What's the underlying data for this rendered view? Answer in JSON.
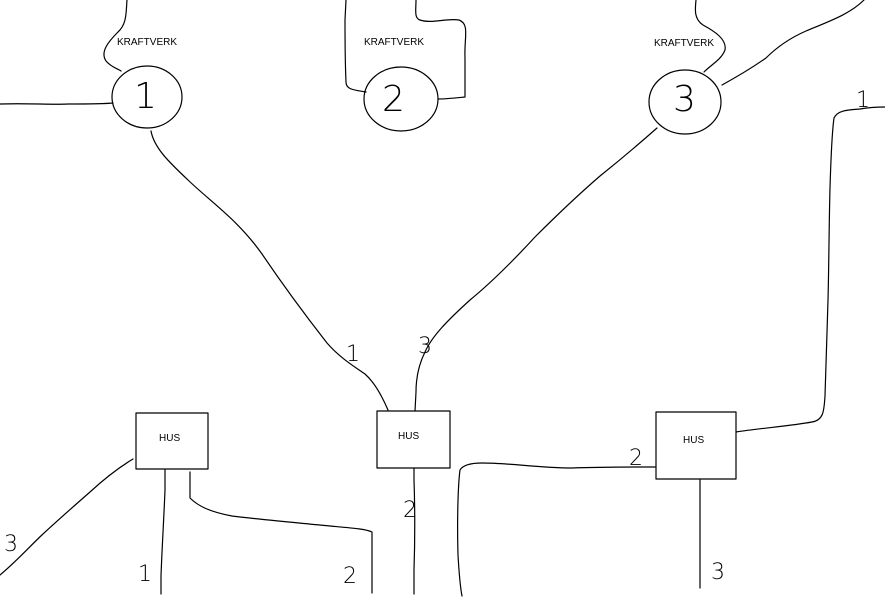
{
  "plants": [
    {
      "label": "KRAFTVERK",
      "number": "1"
    },
    {
      "label": "KRAFTVERK",
      "number": "2"
    },
    {
      "label": "KRAFTVERK",
      "number": "3"
    }
  ],
  "houses": [
    {
      "label": "HUS"
    },
    {
      "label": "HUS"
    },
    {
      "label": "HUS"
    }
  ],
  "line_labels": {
    "top_right": "1",
    "house2_from_plant1": "1",
    "house2_from_plant3": "3",
    "house2_bottom": "2",
    "house3_left": "2",
    "house3_bottom": "3",
    "house1_left": "3",
    "house1_bottom": "1",
    "house1_right": "2"
  },
  "colors": {
    "stroke": "#000000",
    "background": "#ffffff"
  }
}
